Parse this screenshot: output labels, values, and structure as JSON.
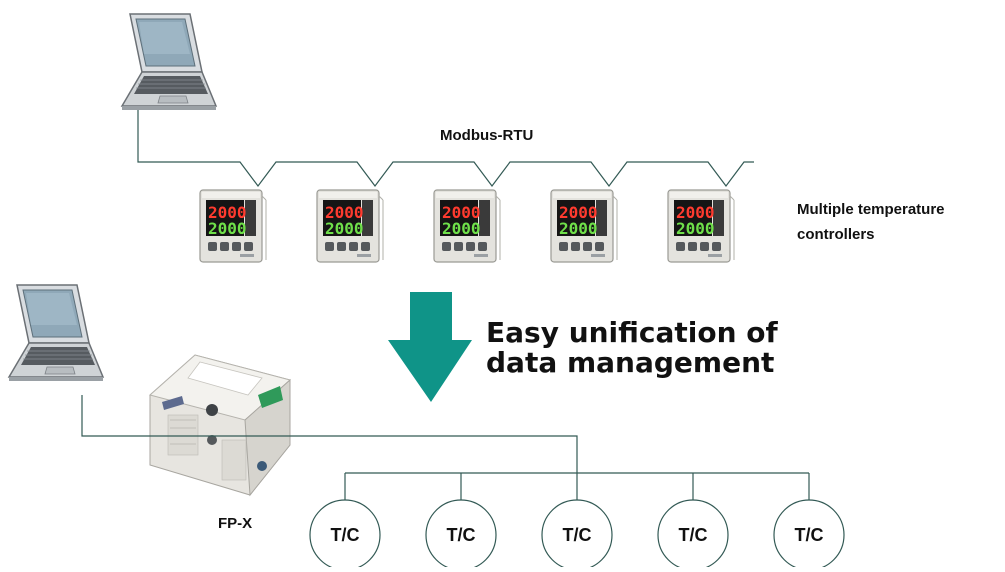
{
  "network": {
    "protocol_label": "Modbus-RTU",
    "controllers_label_line1": "Multiple temperature",
    "controllers_label_line2": "controllers",
    "controller_display": {
      "top_value": "2000",
      "bottom_value": "2000"
    }
  },
  "transition": {
    "headline_line1": "Easy unification of",
    "headline_line2": "data management",
    "arrow_color": "#0f9488"
  },
  "plc": {
    "label": "FP-X"
  },
  "thermocouples": [
    {
      "label": "T/C"
    },
    {
      "label": "T/C"
    },
    {
      "label": "T/C"
    },
    {
      "label": "T/C"
    },
    {
      "label": "T/C"
    }
  ],
  "colors": {
    "wire": "#335a55",
    "node_outline": "#335a55",
    "arrow": "#0f9488",
    "display_red": "#ff3b2f",
    "display_green": "#6fe04a"
  }
}
